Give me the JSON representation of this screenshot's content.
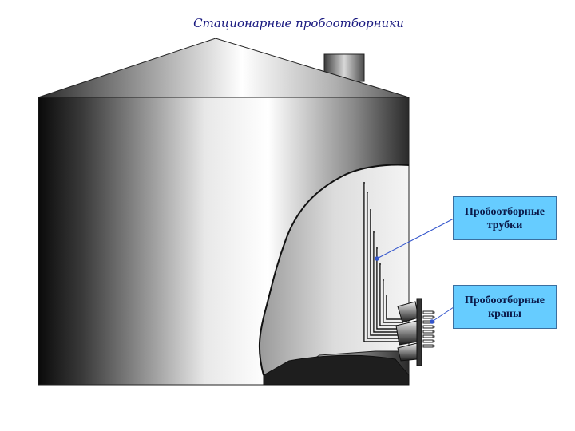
{
  "title": "Стационарные пробоотборники",
  "callouts": {
    "tubes": "Пробоотборные\nтрубки",
    "taps": "Пробоотборные\nкраны"
  },
  "colors": {
    "callout_fill": "#66ccff",
    "callout_border": "#3a6fa0",
    "leader_line": "#3355cc",
    "title_text": "#1a1a80"
  }
}
